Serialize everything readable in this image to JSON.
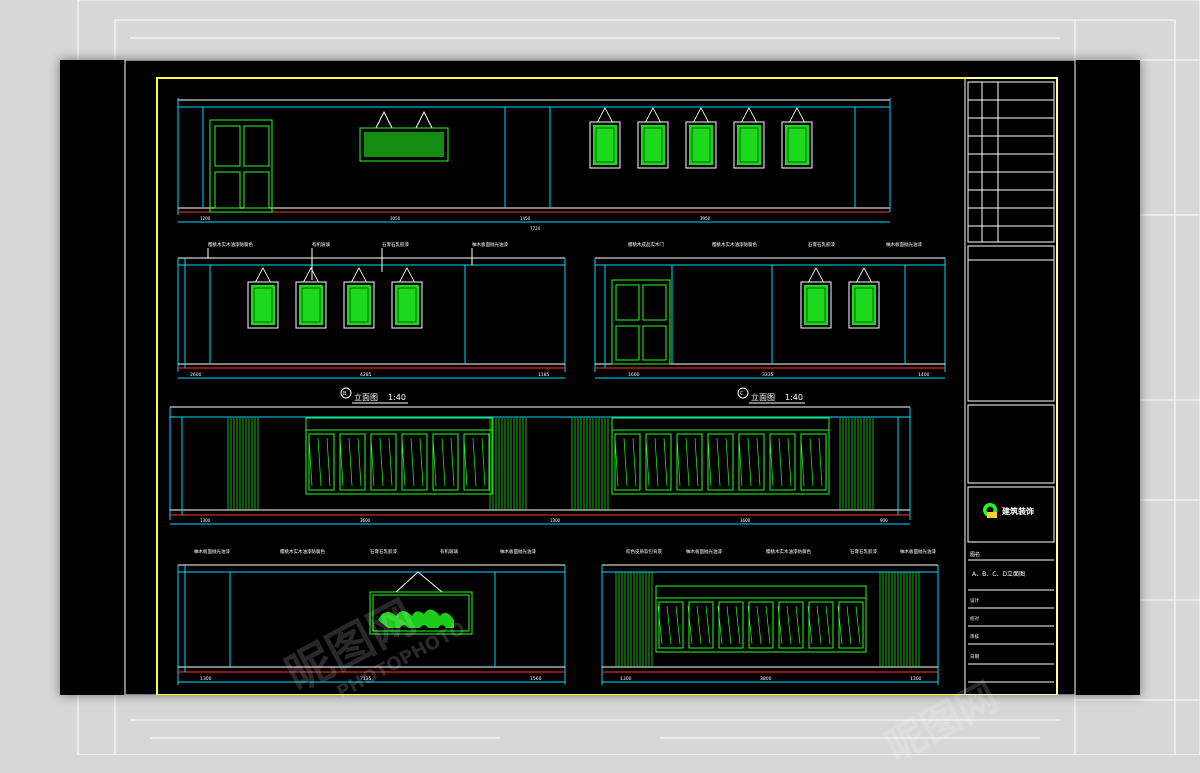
{
  "colors": {
    "background": "#000000",
    "outer_sheet": "#d7d7d7",
    "frame_yellow": "#ffff33",
    "line_cyan": "#00d8ff",
    "line_white": "#ffffff",
    "line_green": "#22ff22",
    "line_red": "#ff3333"
  },
  "elevations": {
    "top": {
      "dims": [
        "1200",
        "3050",
        "1450",
        "3950",
        "7724"
      ]
    },
    "left": {
      "callouts": [
        "樱桃木实木油漆防腐色",
        "有机玻璃",
        "石膏石乳胶漆",
        "柚木板面抛光油漆"
      ],
      "dims": [
        "2600",
        "4285",
        "1185"
      ]
    },
    "right": {
      "callouts": [
        "樱桃木成品实木门",
        "樱桃木实木油漆防腐色",
        "石膏石乳胶漆",
        "柚木板面抛光油漆"
      ],
      "dims": [
        "1600",
        "3335",
        "1400"
      ]
    },
    "window": {
      "dims": [
        "1300",
        "3600",
        "1300",
        "3600",
        "900"
      ]
    },
    "bottom_left": {
      "callouts": [
        "柚木板面抛光油漆",
        "樱桃木实木油漆防腐色",
        "石膏石乳胶漆",
        "有机玻璃",
        "柚木板面抛光油漆"
      ],
      "dims": [
        "1300",
        "7135",
        "1560"
      ]
    },
    "bottom_right": {
      "callouts": [
        "棕色皮质软包背景",
        "柚木板面抛光油漆",
        "樱桃木实木油漆防腐色",
        "石膏石乳胶漆",
        "柚木板面抛光油漆"
      ],
      "dims": [
        "1300",
        "3800",
        "1300"
      ]
    }
  },
  "section_marks": [
    {
      "number": "B",
      "title": "立面图",
      "scale": "1:40"
    },
    {
      "number": "C",
      "title": "立面图",
      "scale": "1:40"
    }
  ],
  "title_block": {
    "company": "建筑装饰",
    "drawing_label": "图名",
    "drawing_name": "A、B、C、D立面图",
    "fields": [
      "设计",
      "校对",
      "审核",
      "日期"
    ]
  },
  "watermarks": [
    "昵图网",
    "PHOTOPHOTO"
  ]
}
